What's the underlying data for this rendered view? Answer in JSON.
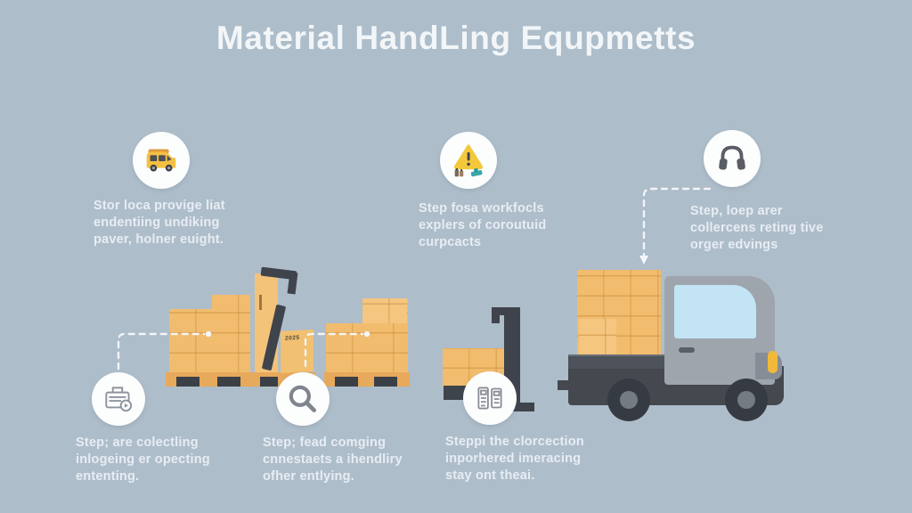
{
  "title": "Material HandLing Equpmetts",
  "top_steps": [
    {
      "icon": "van-icon",
      "lines": [
        "Stor loca provige liat",
        "endentiing undiking",
        "paver, holner euight."
      ]
    },
    {
      "icon": "warning-icon",
      "lines": [
        "Step fosa workfocls",
        "explers of coroutuid",
        "curpcacts"
      ]
    },
    {
      "icon": "headphones-icon",
      "lines": [
        "Step, loep arer",
        "collercens reting tive",
        "orger edvings"
      ]
    }
  ],
  "bottom_steps": [
    {
      "icon": "receipt-icon",
      "lines": [
        "Step; are colectling",
        "inlogeing er opecting",
        "ententing."
      ]
    },
    {
      "icon": "magnifier-icon",
      "lines": [
        "Step; fead comging",
        "cnnestaets a ihendliry",
        "ofher entlying."
      ]
    },
    {
      "icon": "checklist-icon",
      "lines": [
        "Steppi the clorcection",
        "inporhered imeracing",
        "stay ont theai."
      ]
    }
  ],
  "illustration": {
    "truck_box_label": "2025"
  },
  "colors": {
    "background": "#aebdca",
    "title_text": "#f2f6f8",
    "body_text": "#ebf1f6",
    "box_orange": "#f1bc6e",
    "pallet_orange": "#e7a95c",
    "dark_gray": "#3f444c",
    "truck_cab_gray": "#9ea5ad",
    "truck_window_blue": "#c3e4f5",
    "headlight_yellow": "#f1b93a",
    "warning_yellow": "#f3c83b",
    "van_yellow": "#f4c043",
    "teal_accent": "#38a7a9",
    "dashed_line": "#f5f8fa"
  }
}
